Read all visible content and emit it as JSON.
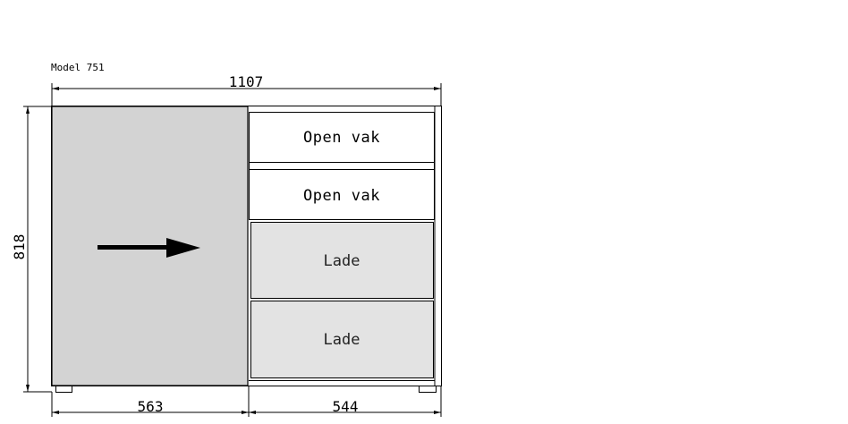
{
  "drawing": {
    "model_label": "Model 751",
    "dimensions": {
      "total_width": "1107",
      "height": "818",
      "left_width": "563",
      "right_width": "544"
    },
    "compartments": [
      {
        "label": "Open vak",
        "kind": "open"
      },
      {
        "label": "Open vak",
        "kind": "open"
      },
      {
        "label": "Lade",
        "kind": "drawer"
      },
      {
        "label": "Lade",
        "kind": "drawer"
      }
    ],
    "sliding_door_arrow": "right-arrow-icon",
    "colors": {
      "door_fill": "#d3d3d3",
      "drawer_fill": "#e3e3e3",
      "line": "#000000"
    }
  }
}
